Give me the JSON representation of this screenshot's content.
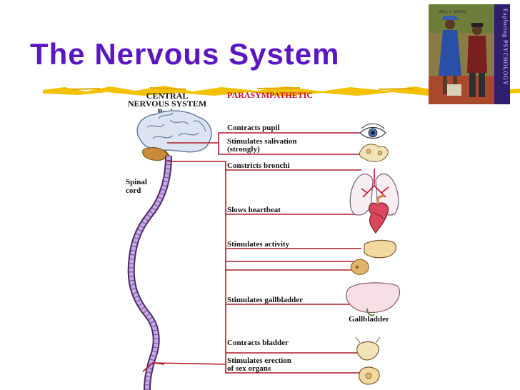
{
  "slide": {
    "title": "The Nervous System"
  },
  "book_cover": {
    "author": "SAUL S. WEIGEL",
    "spine": "Exploring PSYCHOLOGY"
  },
  "diagram": {
    "cns_heading_line1": "CENTRAL",
    "cns_heading_line2": "NERVOUS SYSTEM",
    "brain_label": "Brain",
    "spinal_label_line1": "Spinal",
    "spinal_label_line2": "cord",
    "division_heading": "PARASYMPATHETIC",
    "effects": [
      "Contracts pupil",
      "Stimulates salivation",
      "(strongly)",
      "Constricts bronchi",
      "Slows heartbeat",
      "Stimulates activity",
      "Stimulates gallbladder",
      "Contracts bladder",
      "Stimulates erection",
      "of sex organs"
    ],
    "gallbladder_label": "Gallbladder",
    "colors": {
      "nerve": "#b01c2c",
      "heading": "#c8102e",
      "title": "#5b16c4"
    }
  }
}
